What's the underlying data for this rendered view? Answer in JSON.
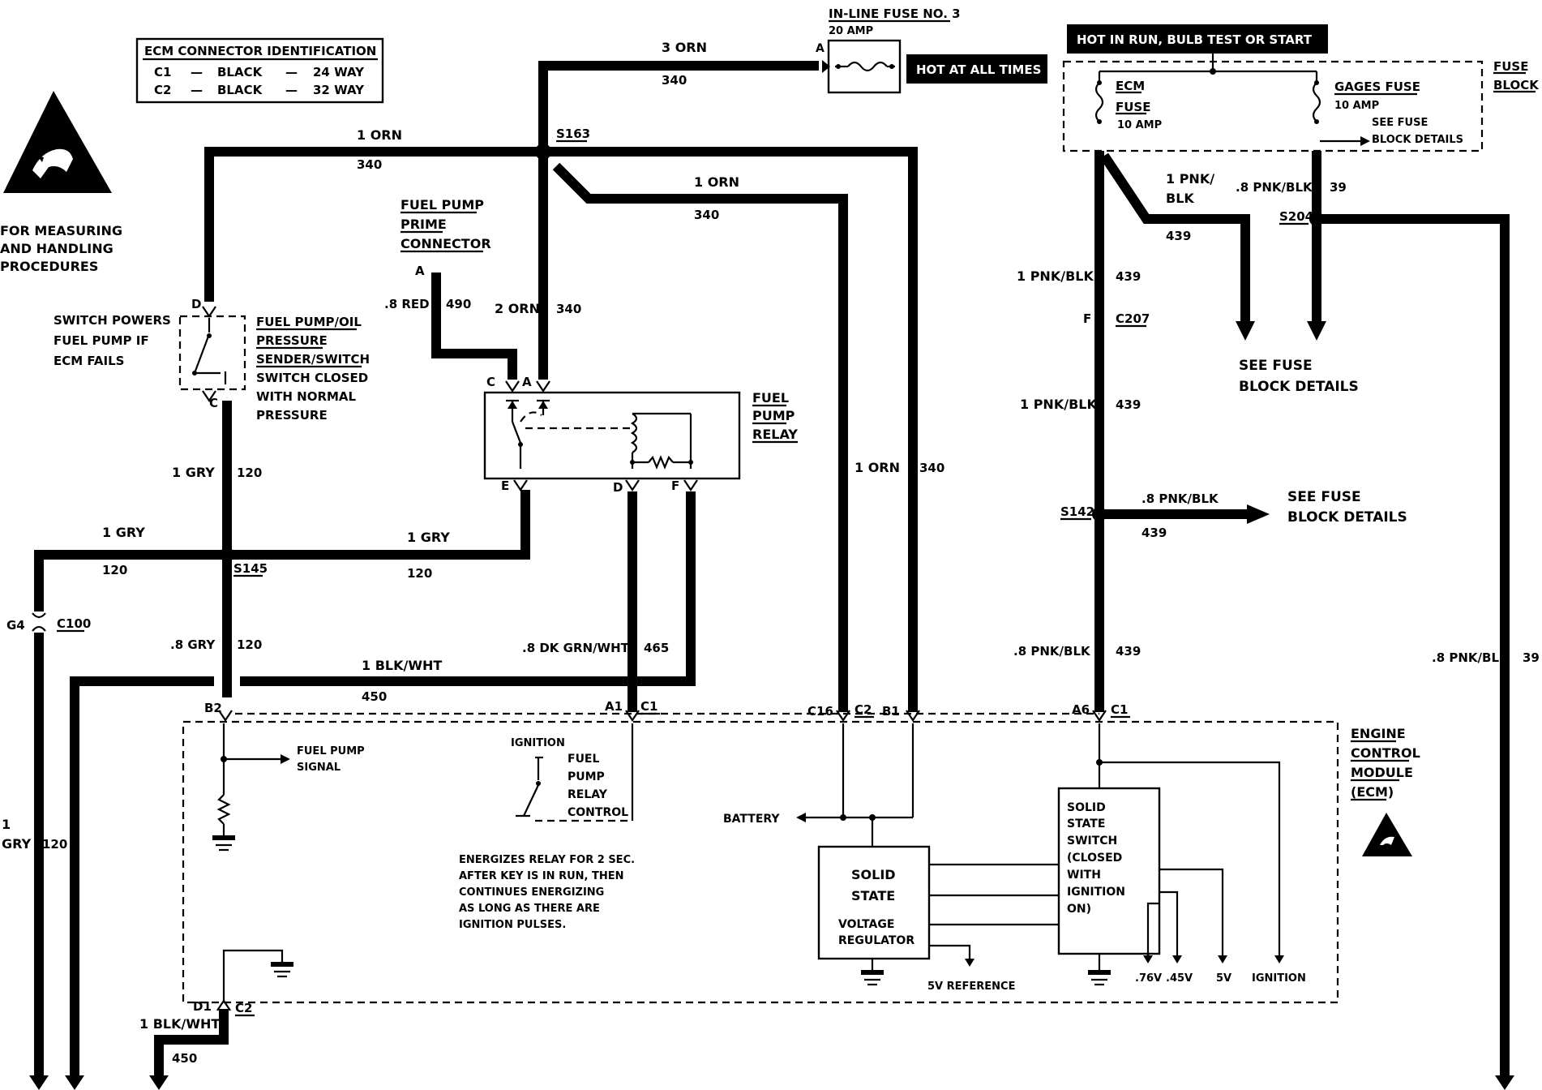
{
  "ecm_connector_id": {
    "title": "ECM CONNECTOR IDENTIFICATION",
    "rows": [
      {
        "id": "C1",
        "dash1": "—",
        "color": "BLACK",
        "dash2": "—",
        "ways": "24 WAY"
      },
      {
        "id": "C2",
        "dash1": "—",
        "color": "BLACK",
        "dash2": "—",
        "ways": "32 WAY"
      }
    ]
  },
  "esd_note": [
    "FOR MEASURING",
    "AND HANDLING",
    "PROCEDURES"
  ],
  "inline_fuse": {
    "title": "IN-LINE FUSE NO. 3",
    "rating": "20 AMP",
    "pin": "A"
  },
  "hot_at_all_times": "HOT AT ALL TIMES",
  "hot_in_run": "HOT IN RUN, BULB TEST OR START",
  "fuse_block": {
    "label": [
      "FUSE",
      "BLOCK"
    ],
    "ecm_fuse": [
      "ECM",
      "FUSE"
    ],
    "ecm_fuse_rating": "10 AMP",
    "gages_fuse": "GAGES FUSE",
    "gages_fuse_rating": "10 AMP",
    "see_fuse": [
      "SEE FUSE",
      "BLOCK DETAILS"
    ]
  },
  "wires": {
    "orn_3": "3 ORN",
    "orn_1": "1 ORN",
    "orn_2": "2 ORN",
    "c340": "340",
    "red_8": ".8 RED",
    "c490": "490",
    "gry_1": "1 GRY",
    "gry_8": ".8 GRY",
    "c120": "120",
    "blk_wht_1": "1 BLK/WHT",
    "c450": "450",
    "dk_grn_wht": ".8 DK GRN/WHT",
    "c465": "465",
    "pnk_blk_1": "1 PNK/BLK",
    "pnk_blk_1_stacked": [
      "1 PNK/",
      "BLK"
    ],
    "pnk_blk_8": ".8 PNK/BLK",
    "c439": "439",
    "c39": "39",
    "gry_stacked": [
      "1",
      "GRY"
    ]
  },
  "splices": {
    "s163": "S163",
    "s145": "S145",
    "s142": "S142",
    "s204": "S204"
  },
  "connectors": {
    "c100": "C100",
    "g4": "G4",
    "c207": "C207",
    "f": "F",
    "b2": "B2",
    "a1": "A1",
    "c1": "C1",
    "c16": "C16",
    "c2": "C2",
    "b1": "B1",
    "a6": "A6",
    "d1": "D1",
    "pin_d": "D",
    "pin_c": "C",
    "pin_a": "A",
    "pin_e": "E",
    "pin_f": "F"
  },
  "fuel_pump_prime": [
    "FUEL PUMP",
    "PRIME",
    "CONNECTOR"
  ],
  "fuel_pump_relay": [
    "FUEL",
    "PUMP",
    "RELAY"
  ],
  "oil_pressure_switch": {
    "title": [
      "FUEL PUMP/OIL",
      "PRESSURE",
      "SENDER/SWITCH"
    ],
    "desc": [
      "SWITCH CLOSED",
      "WITH NORMAL",
      "PRESSURE"
    ],
    "left_note": [
      "SWITCH POWERS",
      "FUEL PUMP IF",
      "ECM FAILS"
    ]
  },
  "see_fuse_block_details": [
    "SEE FUSE",
    "BLOCK DETAILS"
  ],
  "ecm": {
    "label": [
      "ENGINE",
      "CONTROL",
      "MODULE",
      "(ECM)"
    ],
    "fuel_pump_signal": [
      "FUEL PUMP",
      "SIGNAL"
    ],
    "ignition": "IGNITION",
    "relay_control": [
      "FUEL",
      "PUMP",
      "RELAY",
      "CONTROL"
    ],
    "note": [
      "ENERGIZES RELAY FOR 2 SEC.",
      "AFTER KEY IS IN RUN, THEN",
      "CONTINUES ENERGIZING",
      "AS LONG AS THERE ARE",
      "IGNITION PULSES."
    ],
    "battery": "BATTERY",
    "regulator": [
      "SOLID",
      "STATE",
      "VOLTAGE",
      "REGULATOR"
    ],
    "ss_switch": [
      "SOLID",
      "STATE",
      "SWITCH",
      "(CLOSED",
      "WITH",
      "IGNITION",
      "ON)"
    ],
    "ref_5v": "5V REFERENCE",
    "v076": ".76V",
    "v045": ".45V",
    "v5": "5V",
    "ign": "IGNITION"
  }
}
